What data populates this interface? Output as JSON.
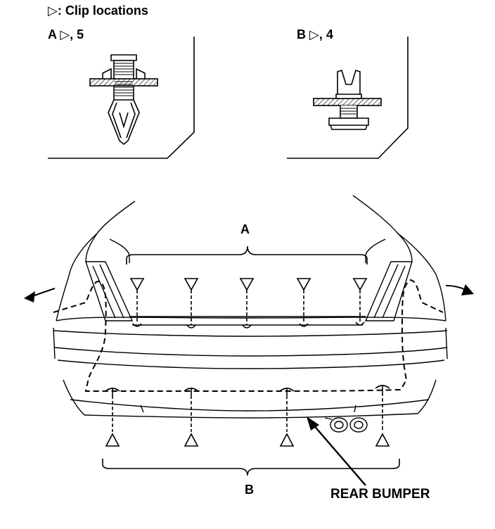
{
  "legend": {
    "symbol": "▷",
    "text": ": Clip locations"
  },
  "clip_a": {
    "text": "A ▷, 5"
  },
  "clip_b": {
    "text": "B ▷, 4"
  },
  "group_a": {
    "text": "A"
  },
  "group_b": {
    "text": "B"
  },
  "part": {
    "text": "REAR BUMPER"
  }
}
